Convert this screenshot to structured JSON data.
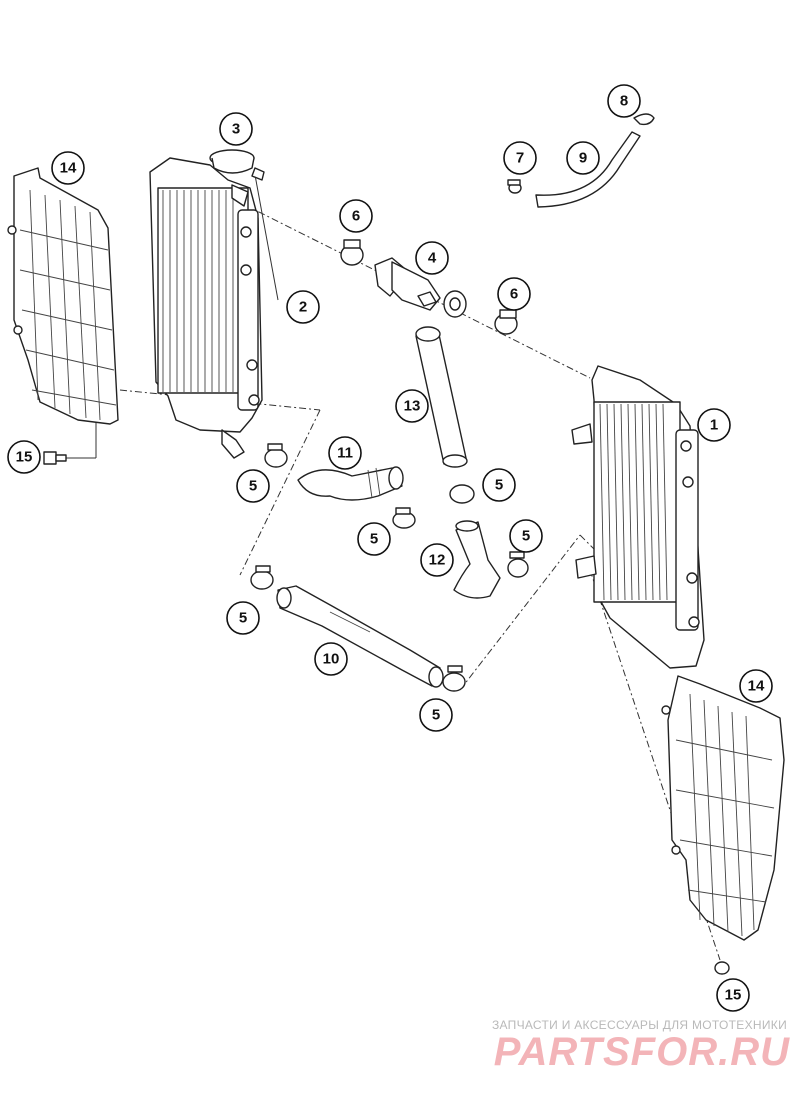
{
  "callouts": [
    {
      "id": "c1",
      "label": "1"
    },
    {
      "id": "c2",
      "label": "2"
    },
    {
      "id": "c3",
      "label": "3"
    },
    {
      "id": "c4",
      "label": "4"
    },
    {
      "id": "c5a",
      "label": "5"
    },
    {
      "id": "c5b",
      "label": "5"
    },
    {
      "id": "c5c",
      "label": "5"
    },
    {
      "id": "c5d",
      "label": "5"
    },
    {
      "id": "c5e",
      "label": "5"
    },
    {
      "id": "c5f",
      "label": "5"
    },
    {
      "id": "c6a",
      "label": "6"
    },
    {
      "id": "c6b",
      "label": "6"
    },
    {
      "id": "c7",
      "label": "7"
    },
    {
      "id": "c8",
      "label": "8"
    },
    {
      "id": "c9",
      "label": "9"
    },
    {
      "id": "c10",
      "label": "10"
    },
    {
      "id": "c11",
      "label": "11"
    },
    {
      "id": "c12",
      "label": "12"
    },
    {
      "id": "c13",
      "label": "13"
    },
    {
      "id": "c14a",
      "label": "14"
    },
    {
      "id": "c14b",
      "label": "14"
    },
    {
      "id": "c15a",
      "label": "15"
    },
    {
      "id": "c15b",
      "label": "15"
    }
  ],
  "watermark": {
    "tagline": "ЗАПЧАСТИ И АКСЕССУАРЫ ДЛЯ МОТОТЕХНИКИ",
    "logo": "PARTSFOR.RU",
    "color": "#f3b4b8"
  }
}
